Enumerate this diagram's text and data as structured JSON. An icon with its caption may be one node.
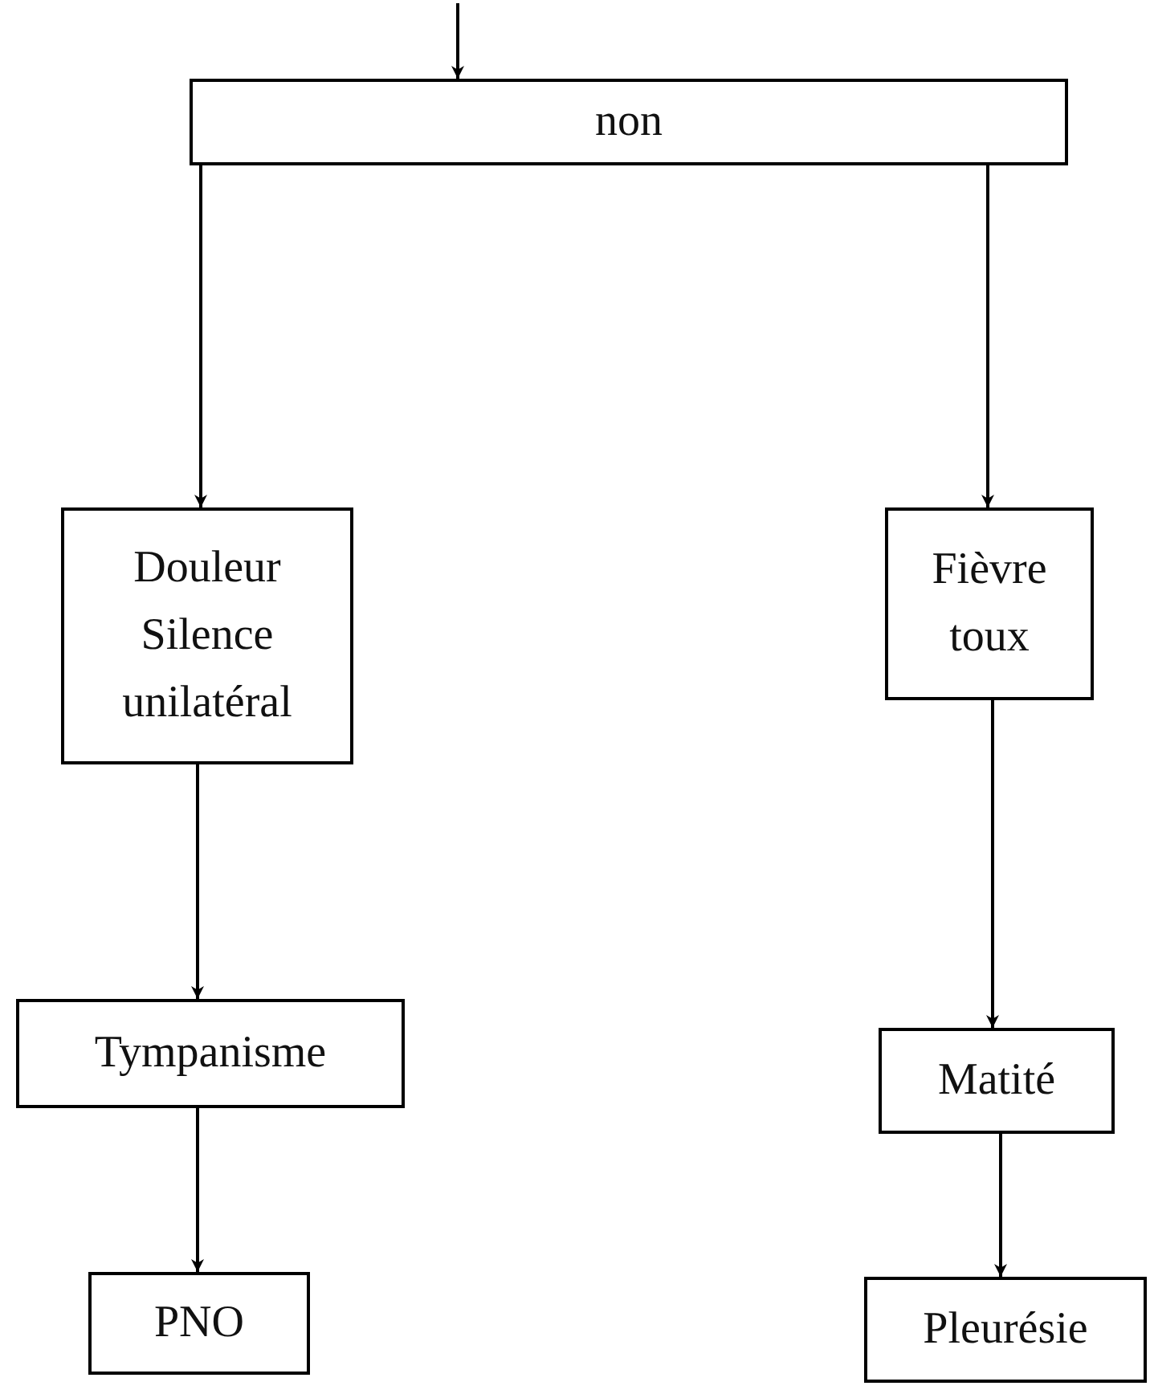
{
  "diagram": {
    "nodes": [
      {
        "text": [
          "non"
        ]
      },
      {
        "text": [
          "Douleur Silence unilatéral"
        ]
      },
      {
        "text": [
          "Fièvre toux"
        ]
      },
      {
        "text": [
          "Tympanisme"
        ]
      },
      {
        "text": [
          "Matité"
        ]
      },
      {
        "text": [
          "PNO"
        ]
      },
      {
        "text": [
          "Pleurésie"
        ]
      }
    ],
    "edges": [
      {
        "from": null,
        "to": 0,
        "arrow": "to"
      },
      {
        "from": 0,
        "to": 1,
        "arrow": "to"
      },
      {
        "from": 0,
        "to": 2,
        "arrow": "to"
      },
      {
        "from": 1,
        "to": 3,
        "arrow": "to"
      },
      {
        "from": 2,
        "to": 4,
        "arrow": "to"
      },
      {
        "from": 3,
        "to": 5,
        "arrow": "to"
      },
      {
        "from": 4,
        "to": 6,
        "arrow": "to"
      }
    ]
  }
}
